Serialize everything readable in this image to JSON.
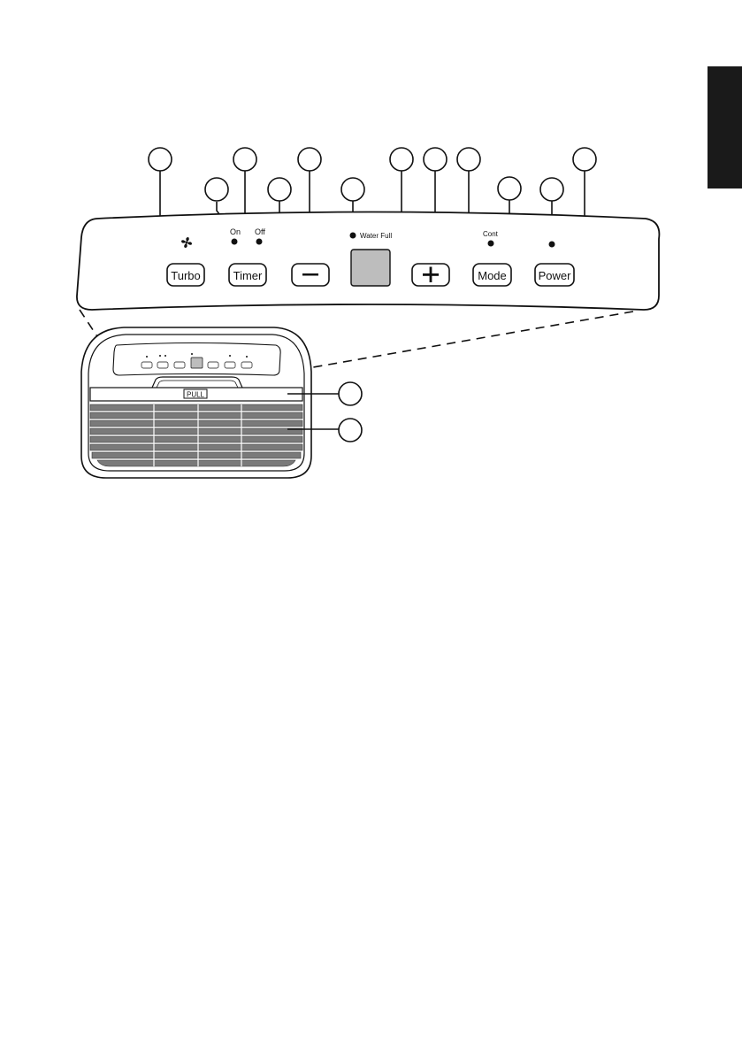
{
  "panel": {
    "buttons": {
      "turbo": "Turbo",
      "timer": "Timer",
      "minus": "−",
      "plus": "+",
      "mode": "Mode",
      "power": "Power"
    },
    "indicators": {
      "on": "On",
      "off": "Off",
      "water_full": "Water Full",
      "cont": "Cont"
    }
  },
  "unit": {
    "pull_label": "PULL"
  },
  "colors": {
    "display": "#bdbdbd",
    "grille": "#7a7a7a",
    "side_tab": "#1a1a1a"
  },
  "icons": [
    "fan-icon"
  ]
}
